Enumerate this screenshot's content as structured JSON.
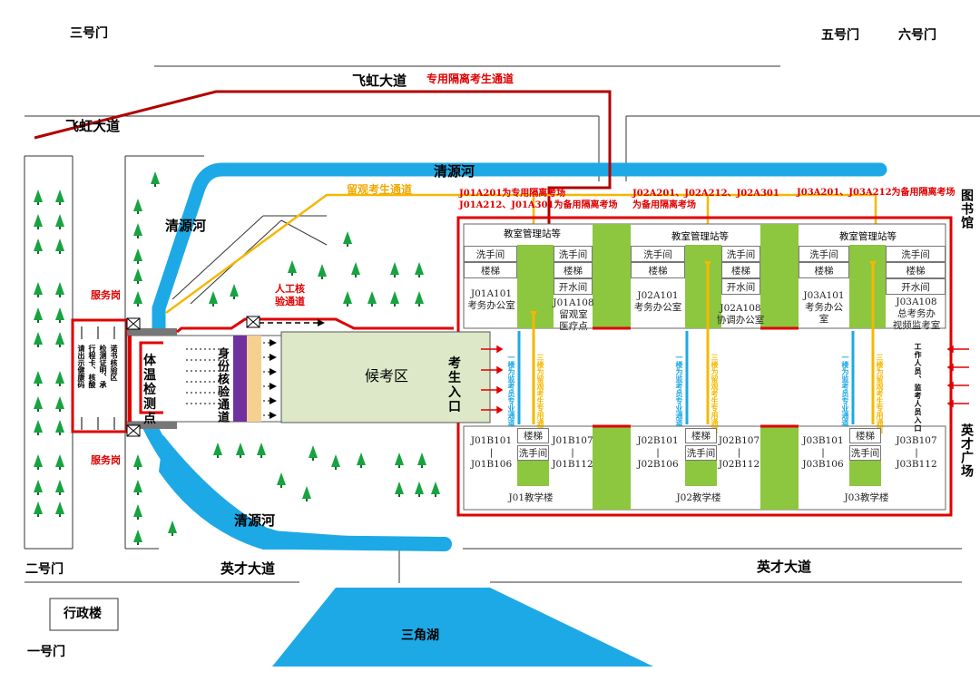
{
  "gates": {
    "one": "一号门",
    "two": "二号门",
    "three": "三号门",
    "five": "五号门",
    "six": "六号门"
  },
  "roads": {
    "feihong": "飞虹大道",
    "yingcai": "英才大道"
  },
  "river": {
    "name": "清源河",
    "color": "#1da9e5"
  },
  "landmarks": {
    "lake": "三角湖",
    "admin": "行政楼",
    "library": "图书馆",
    "square": "英才广场"
  },
  "routes": {
    "isolation": "专用隔离考生通道",
    "observation": "留观考生通道",
    "isolation_color": "#b00000",
    "observation_color": "#f5b800"
  },
  "checkpoint": {
    "service_post": "服务岗",
    "manual_1": "人工核",
    "manual_2": "验通道",
    "temperature": "体温检测点",
    "id_check": "身份核验通道",
    "waiting_area": "候考区",
    "exam_entrance": "考生入口",
    "staff_entrance": "工作人员、监考人员入口",
    "left_note_a": "请出示健康码",
    "left_note_b": "行程卡、核酸",
    "left_note_c": "检测证明、承",
    "left_note_d": "诺书核验区"
  },
  "notes": {
    "j01_a": "J01A201为专用隔离考场",
    "j01_b": "J01A212、J01A301为备用隔离考场",
    "j02_a": "J02A201、J02A212、J02A301",
    "j02_b": "为备用隔离考场",
    "j03": "J03A201、J03A212为备用隔离考场"
  },
  "channels": {
    "blue": "一楼为监考员专业通道",
    "yellow": "三楼为留观考生专用通道"
  },
  "buildings": {
    "station": "教室管理站等",
    "washroom": "洗手间",
    "stairs": "楼梯",
    "water_room": "开水间",
    "office": "考务办公室",
    "j01": {
      "a101": "J01A101",
      "a108": "J01A108",
      "a108_line2": "留观室",
      "a108_line3": "医疗点",
      "b101": "J01B101",
      "b106": "J01B106",
      "b107": "J01B107",
      "b112": "J01B112",
      "name": "J01教学楼"
    },
    "j02": {
      "a101": "J02A101",
      "a108": "J02A108",
      "a108_line2": "协调办公室",
      "b101": "J02B101",
      "b106": "J02B106",
      "b107": "J02B107",
      "b112": "J02B112",
      "name": "J02教学楼"
    },
    "j03": {
      "a101": "J03A101",
      "a108": "J03A108",
      "a108_line2": "总考务办",
      "a108_line3": "视频监考室",
      "b101": "J03B101",
      "b106": "J03B106",
      "b107": "J03B107",
      "b112": "J03B112",
      "name": "J03教学楼"
    }
  },
  "colors": {
    "red_border": "#e00000",
    "green": "#8dc63f",
    "waiting_area_bg": "#dde8c8",
    "id_check_purple": "#7030a0"
  }
}
